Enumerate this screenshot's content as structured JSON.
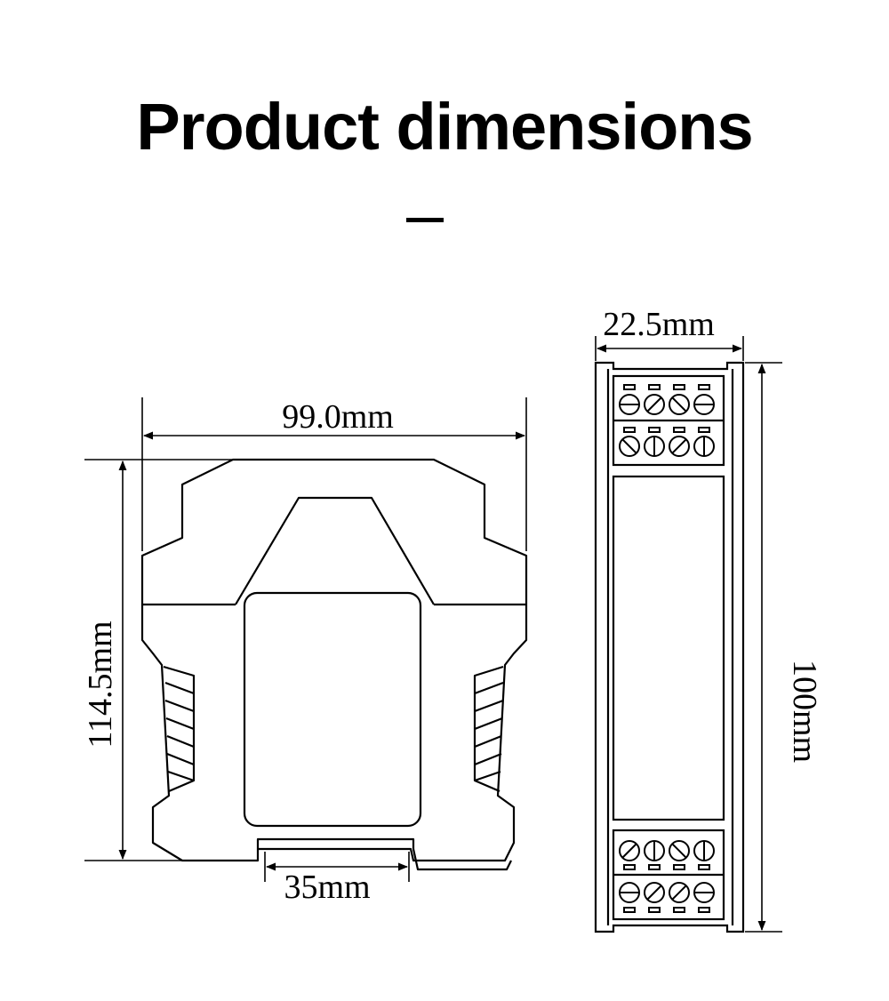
{
  "title": "Product dimensions",
  "dimensions": {
    "width_front": "99.0mm",
    "height_front": "114.5mm",
    "rail": "35mm",
    "width_side": "22.5mm",
    "height_side": "100mm"
  }
}
